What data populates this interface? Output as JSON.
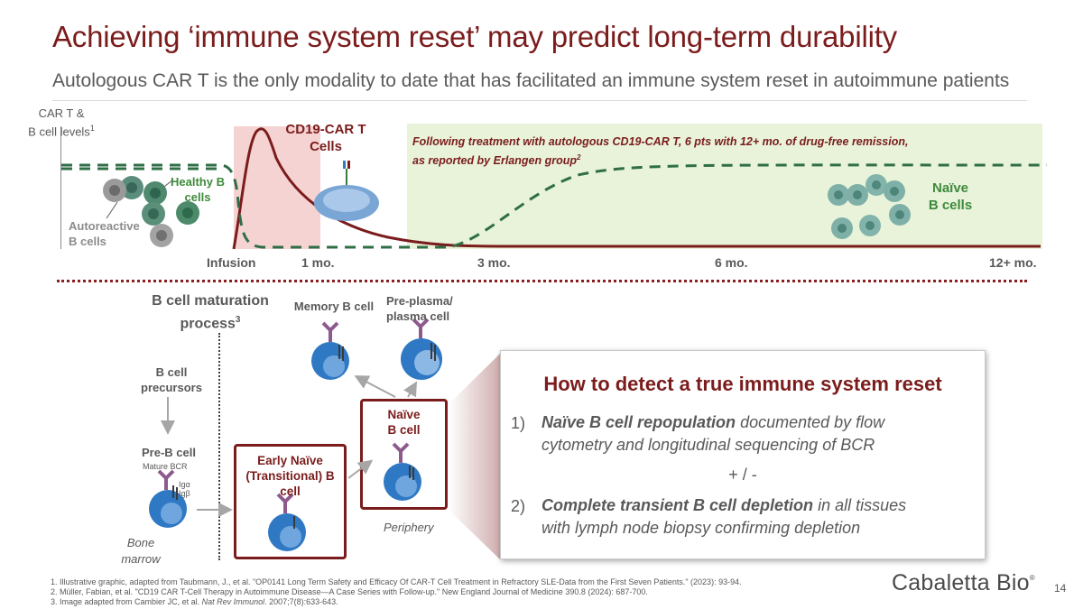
{
  "title": "Achieving ‘immune system reset’ may predict long-term durability",
  "subtitle": "Autologous CAR T is the only modality to date that has facilitated an immune system reset in autoimmune patients",
  "chart": {
    "ylabel_line1": "CAR T &",
    "ylabel_line2": "B cell levels",
    "ylabel_sup": "1",
    "car_label_line1": "CD19-CAR T",
    "car_label_line2": "Cells",
    "green_note_line1": "Following treatment with autologous CD19-CAR T, 6 pts with 12+ mo. of drug-free remission,",
    "green_note_line2": "as reported by Erlangen group",
    "green_note_sup": "2",
    "healthy_line1": "Healthy B",
    "healthy_line2": "cells",
    "auto_line1": "Autoreactive",
    "auto_line2": "B cells",
    "naive_line1": "Naïve",
    "naive_line2": "B cells",
    "ticks": [
      "Infusion",
      "1 mo.",
      "3 mo.",
      "6 mo.",
      "12+ mo."
    ]
  },
  "maturation": {
    "title_line1": "B cell maturation",
    "title_line2": "process",
    "title_sup": "3",
    "memory": "Memory B cell",
    "plasma_line1": "Pre-plasma/",
    "plasma_line2": "plasma cell",
    "precursors_line1": "B cell",
    "precursors_line2": "precursors",
    "preb": "Pre-B cell",
    "bcr": "Mature BCR",
    "iga": "Igα",
    "igb": "Igβ",
    "bone_line1": "Bone",
    "bone_line2": "marrow",
    "early_line1": "Early Naïve",
    "early_line2": "(Transitional) B",
    "early_line3": "cell",
    "naive_line1": "Naïve",
    "naive_line2": "B cell",
    "periphery": "Periphery"
  },
  "detect": {
    "title": "How to detect a true immune system reset",
    "item1_num": "1)",
    "item1_bold": "Naïve B cell repopulation",
    "item1_rest1": " documented by flow",
    "item1_rest2": "cytometry and longitudinal sequencing of BCR",
    "connector": "+ / -",
    "item2_num": "2)",
    "item2_bold": "Complete transient B cell depletion",
    "item2_rest1": " in all tissues",
    "item2_rest2": "with lymph node biopsy confirming depletion"
  },
  "footnotes": [
    "1.  Illustrative graphic, adapted from Taubmann, J., et al. \"OP0141 Long Term Safety and Efficacy Of CAR-T Cell Treatment in Refractory SLE-Data from the First Seven Patients.\" (2023): 93-94.",
    "2.  Müller, Fabian, et al. \"CD19 CAR T-Cell Therapy in Autoimmune Disease—A Case Series with Follow-up.\" New England Journal of Medicine 390.8 (2024): 687-700."
  ],
  "footnote3_pre": "3.  Image adapted from Cambier JC, et al. ",
  "footnote3_ital": "Nat Rev Immunol",
  "footnote3_post": ". 2007;7(8):633-643.",
  "logo": "Cabaletta Bio",
  "logo_mark": "®",
  "page_number": "14",
  "colors": {
    "brand_red": "#7b1c1c",
    "car_t_line": "#7b1c1c",
    "b_cell_dash": "#2f6e46",
    "pink_band": "#f6d3d3",
    "green_band": "#e8f3da",
    "cell_blue": "#2f78c4",
    "receptor_purple": "#8e5a8e"
  }
}
